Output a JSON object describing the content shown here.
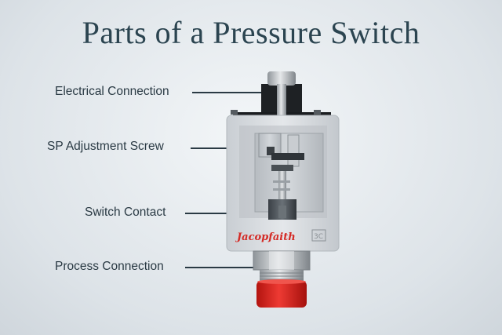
{
  "title": "Parts of a Pressure Switch",
  "labels": {
    "electrical_connection": "Electrical Connection",
    "sp_adjustment_screw": "SP Adjustment Screw",
    "switch_contact": "Switch Contact",
    "process_connection": "Process Connection"
  },
  "brand_logo_text": "Jacopfaith",
  "badge_text": "3C",
  "colors": {
    "title": "#2b4450",
    "label": "#2a3a44",
    "cap": "#d8201e",
    "logo": "#d42b26"
  }
}
